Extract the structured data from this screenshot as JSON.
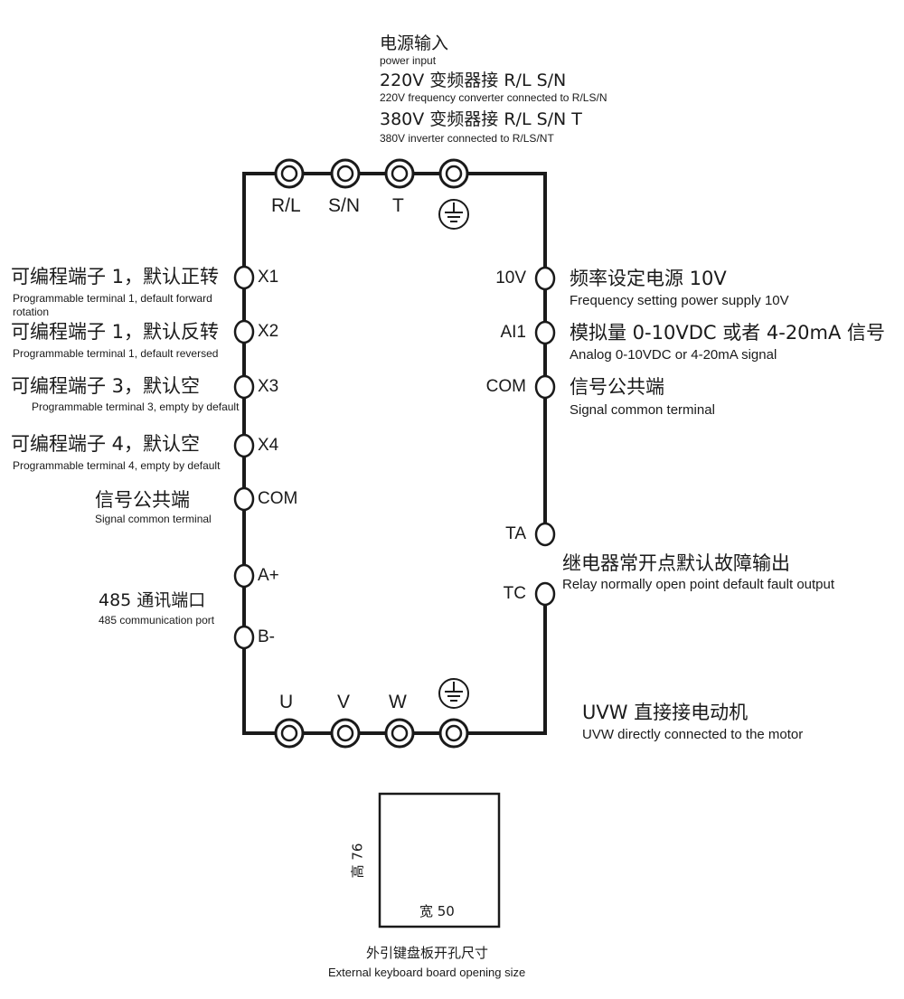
{
  "power_header": {
    "cn": "电源输入",
    "en": "power input",
    "line220_cn": "220V 变频器接 R/L S/N",
    "line220_en": "220V frequency converter connected to R/LS/N",
    "line380_cn": "380V 变频器接 R/L S/N T",
    "line380_en": "380V inverter connected to R/LS/NT"
  },
  "top_terminals": [
    "R/L",
    "S/N",
    "T"
  ],
  "bottom_terminals": [
    "U",
    "V",
    "W"
  ],
  "left_terminals": [
    {
      "code": "X1",
      "cn": "可编程端子 1，默认正转",
      "en": "Programmable terminal 1, default forward",
      "en2": "rotation"
    },
    {
      "code": "X2",
      "cn": "可编程端子 1，默认反转",
      "en": "Programmable terminal 1, default reversed"
    },
    {
      "code": "X3",
      "cn": "可编程端子 3，默认空",
      "en": "Programmable terminal 3, empty by default"
    },
    {
      "code": "X4",
      "cn": "可编程端子 4，默认空",
      "en": "Programmable terminal 4, empty by default"
    },
    {
      "code": "COM",
      "cn": "信号公共端",
      "en": "Signal common terminal"
    },
    {
      "code": "A+"
    },
    {
      "code": "B-"
    }
  ],
  "rs485": {
    "cn": "485 通讯端口",
    "en": "485 communication port"
  },
  "right_terminals": [
    {
      "code": "10V",
      "cn": "频率设定电源 10V",
      "en": "Frequency setting power supply 10V"
    },
    {
      "code": "AI1",
      "cn": "模拟量 0-10VDC 或者 4-20mA 信号",
      "en": "Analog 0-10VDC or 4-20mA signal"
    },
    {
      "code": "COM",
      "cn": "信号公共端",
      "en": "Signal common terminal"
    },
    {
      "code": "TA"
    },
    {
      "code": "TC"
    }
  ],
  "relay": {
    "cn": "继电器常开点默认故障输出",
    "en": "Relay normally open point default fault output"
  },
  "motor": {
    "cn": "UVW 直接接电动机",
    "en": "UVW directly connected to the motor"
  },
  "keyboard": {
    "height_label": "高 76",
    "width_label": "宽 50",
    "cn": "外引键盘板开孔尺寸",
    "en": "External keyboard board opening size"
  },
  "colors": {
    "line": "#1a1a1a",
    "background": "#ffffff"
  }
}
